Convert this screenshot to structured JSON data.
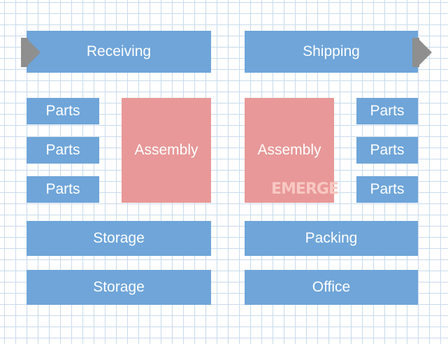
{
  "zones": {
    "receiving": "Receiving",
    "shipping": "Shipping",
    "parts_left": [
      "Parts",
      "Parts",
      "Parts"
    ],
    "parts_right": [
      "Parts",
      "Parts",
      "Parts"
    ],
    "assembly_left": "Assembly",
    "assembly_right": "Assembly",
    "storage_1": "Storage",
    "storage_2": "Storage",
    "packing": "Packing",
    "office": "Office"
  },
  "watermark": "EMERGE",
  "icons": [
    "arrow-in-icon",
    "arrow-out-icon"
  ],
  "colors": {
    "blue_zone": "#6fa5d9",
    "assembly_zone": "#e89898",
    "arrow": "#8f8f8f",
    "grid": "#c9daec"
  }
}
